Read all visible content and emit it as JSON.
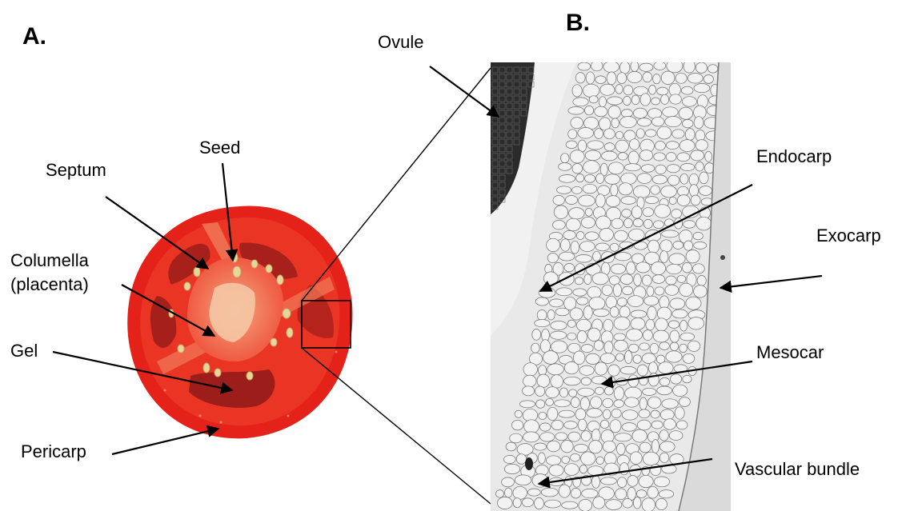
{
  "panels": {
    "a": "A.",
    "b": "B."
  },
  "labels": {
    "septum": "Septum",
    "seed": "Seed",
    "columella_1": "Columella",
    "columella_2": "(placenta)",
    "gel": "Gel",
    "pericarp": "Pericarp",
    "ovule": "Ovule",
    "endocarp": "Endocarp",
    "exocarp": "Exocarp",
    "mesocar": "Mesocar",
    "vascular_bundle": "Vascular bundle"
  },
  "colors": {
    "tomato_skin": "#e5221a",
    "tomato_flesh": "#ef4a36",
    "locule": "#a8201c",
    "placenta": "#f5c7a5",
    "seed": "#e7d59a",
    "micrograph_bg": "#e9e9e9",
    "cell_edge": "#6d6d6d"
  }
}
